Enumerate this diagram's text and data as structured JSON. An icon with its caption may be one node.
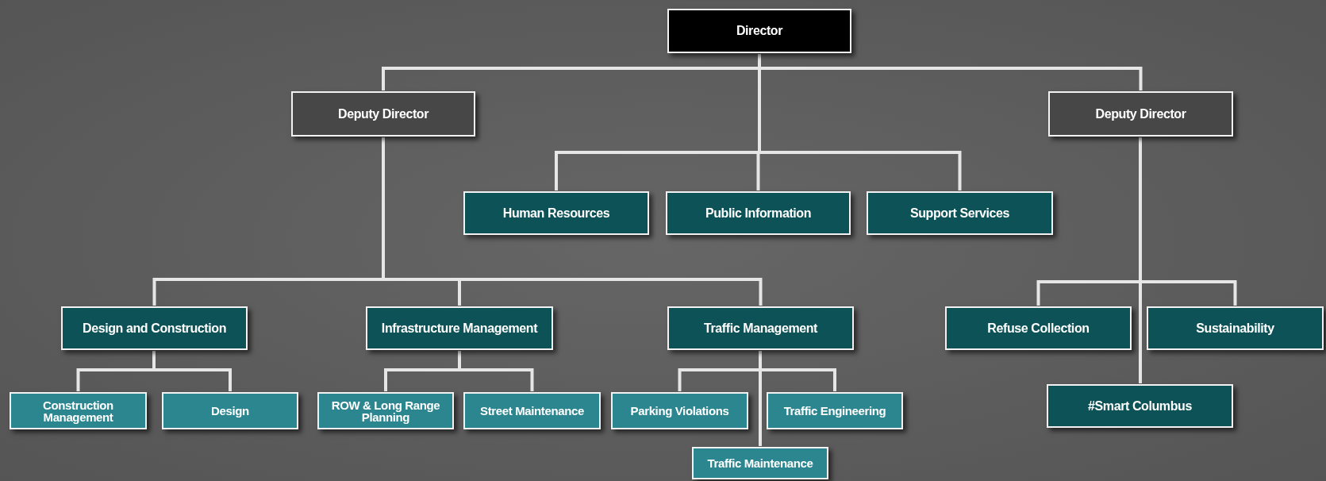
{
  "diagram": {
    "nodes": [
      {
        "text": [
          "Director"
        ]
      },
      {
        "text": [
          "Deputy Director"
        ]
      },
      {
        "text": [
          "Deputy Director"
        ]
      },
      {
        "text": [
          "Human Resources"
        ]
      },
      {
        "text": [
          "Public Information"
        ]
      },
      {
        "text": [
          "Support Services"
        ]
      },
      {
        "text": [
          "Design and Construction"
        ]
      },
      {
        "text": [
          "Infrastructure Management"
        ]
      },
      {
        "text": [
          "Traffic Management"
        ]
      },
      {
        "text": [
          "Refuse Collection"
        ]
      },
      {
        "text": [
          "Sustainability"
        ]
      },
      {
        "text": [
          "Construction Management"
        ]
      },
      {
        "text": [
          "Design"
        ]
      },
      {
        "text": [
          "ROW & Long Range Planning"
        ]
      },
      {
        "text": [
          "Street Maintenance"
        ]
      },
      {
        "text": [
          "Parking Violations"
        ]
      },
      {
        "text": [
          "Traffic Engineering"
        ]
      },
      {
        "text": [
          "Traffic Maintenance"
        ]
      },
      {
        "text": [
          "#Smart Columbus"
        ]
      }
    ],
    "edges": [
      {
        "from": 0,
        "to": 1,
        "arrow": "none"
      },
      {
        "from": 0,
        "to": 2,
        "arrow": "none"
      },
      {
        "from": 0,
        "to": 3,
        "arrow": "none"
      },
      {
        "from": 0,
        "to": 4,
        "arrow": "none"
      },
      {
        "from": 0,
        "to": 5,
        "arrow": "none"
      },
      {
        "from": 1,
        "to": 6,
        "arrow": "none"
      },
      {
        "from": 1,
        "to": 7,
        "arrow": "none"
      },
      {
        "from": 1,
        "to": 8,
        "arrow": "none"
      },
      {
        "from": 2,
        "to": 9,
        "arrow": "none"
      },
      {
        "from": 2,
        "to": 10,
        "arrow": "none"
      },
      {
        "from": 2,
        "to": 18,
        "arrow": "none"
      },
      {
        "from": 6,
        "to": 11,
        "arrow": "none"
      },
      {
        "from": 6,
        "to": 12,
        "arrow": "none"
      },
      {
        "from": 7,
        "to": 13,
        "arrow": "none"
      },
      {
        "from": 7,
        "to": 14,
        "arrow": "none"
      },
      {
        "from": 8,
        "to": 15,
        "arrow": "none"
      },
      {
        "from": 8,
        "to": 16,
        "arrow": "none"
      },
      {
        "from": 8,
        "to": 17,
        "arrow": "none"
      }
    ]
  }
}
